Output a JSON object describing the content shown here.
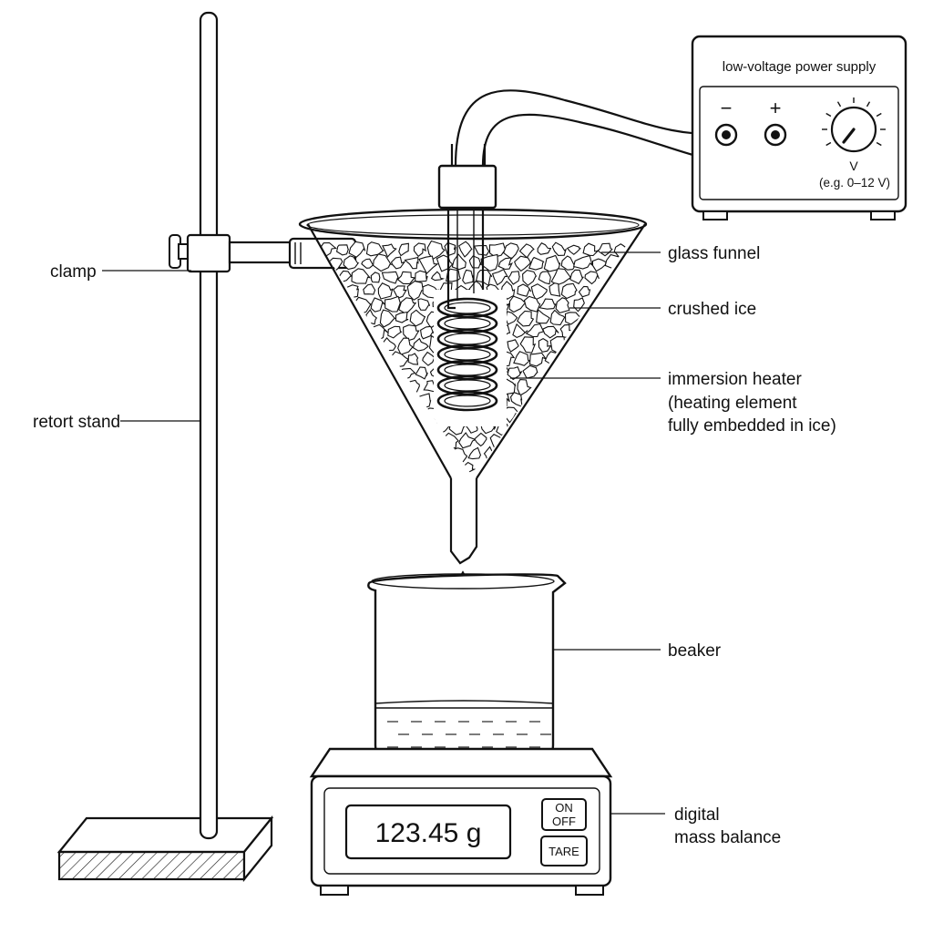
{
  "labels": {
    "clamp": "clamp",
    "retort_stand": "retort stand",
    "glass_funnel": "glass funnel",
    "crushed_ice": "crushed ice",
    "immersion_heater": [
      "immersion heater",
      "(heating element",
      "fully embedded in ice)"
    ],
    "beaker": "beaker",
    "digital_mass_balance": [
      "digital",
      "mass balance"
    ]
  },
  "power_supply": {
    "title": "low-voltage power supply",
    "negative_symbol": "−",
    "positive_symbol": "+",
    "voltage_symbol": "V",
    "voltage_range": "(e.g. 0–12 V)"
  },
  "balance": {
    "reading": "123.45 g",
    "on_off": [
      "ON",
      "OFF"
    ],
    "tare": "TARE"
  },
  "colors": {
    "line": "#111111",
    "background": "#ffffff"
  },
  "icons": [
    "retort-stand-icon",
    "clamp-icon",
    "funnel-icon",
    "heater-coil-icon",
    "beaker-icon",
    "balance-icon",
    "power-supply-icon",
    "water-drop-icon"
  ]
}
